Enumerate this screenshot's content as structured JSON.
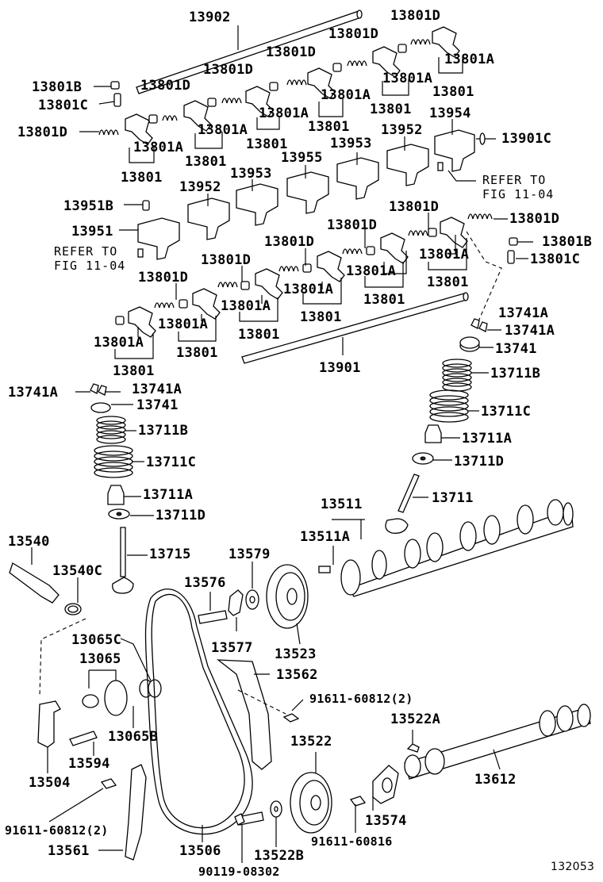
{
  "diagram_id": "132053",
  "labels": {
    "p13902": "13902",
    "p13801D_a": "13801D",
    "p13801D_b": "13801D",
    "p13801D_c": "13801D",
    "p13801D_d": "13801D",
    "p13801D_e": "13801D",
    "p13801D_f": "13801D",
    "p13801A_a": "13801A",
    "p13801A_b": "13801A",
    "p13801A_c": "13801A",
    "p13801A_d": "13801A",
    "p13801A_e": "13801A",
    "p13801A_f": "13801A",
    "p13801_a": "13801",
    "p13801_b": "13801",
    "p13801_c": "13801",
    "p13801_d": "13801",
    "p13801_e": "13801",
    "p13801_f": "13801",
    "p13801B_a": "13801B",
    "p13801C_a": "13801C",
    "p13954": "13954",
    "p13952_a": "13952",
    "p13901C": "13901C",
    "refer_a": "REFER TO",
    "fig_a": "FIG 11-04",
    "p13955": "13955",
    "p13953_a": "13953",
    "p13953_b": "13953",
    "p13952_b": "13952",
    "p13951B": "13951B",
    "p13951": "13951",
    "refer_b": "REFER TO",
    "fig_b": "FIG 11-04",
    "p13801D_g": "13801D",
    "p13801D_h": "13801D",
    "p13801D_i": "13801D",
    "p13801D_j": "13801D",
    "p13801D_k": "13801D",
    "p13801D_l": "13801D",
    "p13801B_b": "13801B",
    "p13801C_b": "13801C",
    "p13801A_g": "13801A",
    "p13801A_h": "13801A",
    "p13801A_i": "13801A",
    "p13801A_j": "13801A",
    "p13801A_k": "13801A",
    "p13801A_l": "13801A",
    "p13801_g": "13801",
    "p13801_h": "13801",
    "p13801_i": "13801",
    "p13801_j": "13801",
    "p13801_k": "13801",
    "p13801_l": "13801",
    "p13901": "13901",
    "p13741A_a": "13741A",
    "p13741A_b": "13741A",
    "p13741A_c": "13741A",
    "p13741A_d": "13741A",
    "p13741_a": "13741",
    "p13741_b": "13741",
    "p13711B_a": "13711B",
    "p13711B_b": "13711B",
    "p13711C_a": "13711C",
    "p13711C_b": "13711C",
    "p13711A_a": "13711A",
    "p13711A_b": "13711A",
    "p13711D_a": "13711D",
    "p13711D_b": "13711D",
    "p13711": "13711",
    "p13715": "13715",
    "p13511": "13511",
    "p13511A": "13511A",
    "p13540": "13540",
    "p13540C": "13540C",
    "p13579": "13579",
    "p13576": "13576",
    "p13577": "13577",
    "p13523": "13523",
    "p13065C": "13065C",
    "p13065": "13065",
    "p13065B": "13065B",
    "p13562": "13562",
    "p91611_60812_a": "91611-60812(2)",
    "p13522A": "13522A",
    "p13522": "13522",
    "p13612": "13612",
    "p13594": "13594",
    "p13504": "13504",
    "p13574": "13574",
    "p91611_60812_b": "91611-60812(2)",
    "p91611_60816": "91611-60816",
    "p13561": "13561",
    "p13506": "13506",
    "p13522B": "13522B",
    "p90119_08302": "90119-08302"
  }
}
